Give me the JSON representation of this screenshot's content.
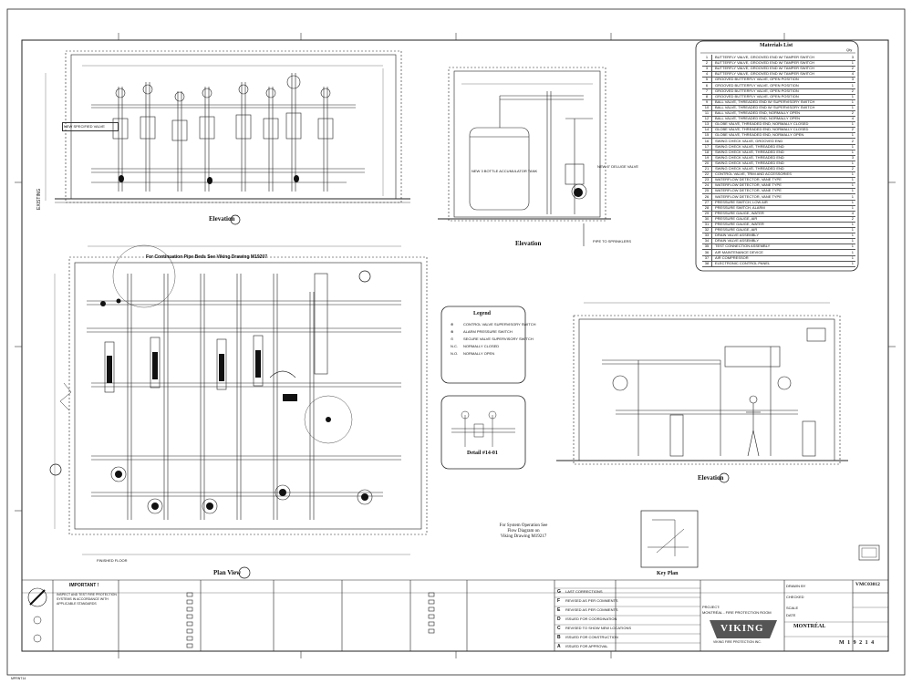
{
  "materials": {
    "title": "Materials List",
    "qty_header": "Qty",
    "rows": [
      {
        "n": "1",
        "desc": "BUTTERFLY VALVE, GROOVED END W/ TAMPER SWITCH",
        "q": "3"
      },
      {
        "n": "2",
        "desc": "BUTTERFLY VALVE, GROOVED END W/ TAMPER SWITCH",
        "q": "1"
      },
      {
        "n": "3",
        "desc": "BUTTERFLY VALVE, GROOVED END W/ TAMPER SWITCH",
        "q": "2"
      },
      {
        "n": "4",
        "desc": "BUTTERFLY VALVE, GROOVED END W/ TAMPER SWITCH",
        "q": "4"
      },
      {
        "n": "5",
        "desc": "GROOVED BUTTERFLY VALVE, OPEN POSITION",
        "q": "3"
      },
      {
        "n": "6",
        "desc": "GROOVED BUTTERFLY VALVE, OPEN POSITION",
        "q": "1"
      },
      {
        "n": "7",
        "desc": "GROOVED BUTTERFLY VALVE, OPEN POSITION",
        "q": "2"
      },
      {
        "n": "8",
        "desc": "GROOVED BUTTERFLY VALVE, OPEN POSITION",
        "q": "1"
      },
      {
        "n": "9",
        "desc": "BALL VALVE, THREADED END W/ SUPERVISORY SWITCH",
        "q": "1"
      },
      {
        "n": "10",
        "desc": "BALL VALVE, THREADED END W/ SUPERVISORY SWITCH",
        "q": "1"
      },
      {
        "n": "11",
        "desc": "BALL VALVE, THREADED END, NORMALLY OPEN",
        "q": "2"
      },
      {
        "n": "12",
        "desc": "BALL VALVE, THREADED END, NORMALLY OPEN",
        "q": "4"
      },
      {
        "n": "13",
        "desc": "GLOBE VALVE, THREADED END, NORMALLY CLOSED",
        "q": "1"
      },
      {
        "n": "14",
        "desc": "GLOBE VALVE, THREADED END, NORMALLY CLOSED",
        "q": "2"
      },
      {
        "n": "15",
        "desc": "GLOBE VALVE, THREADED END, NORMALLY OPEN",
        "q": "1"
      },
      {
        "n": "16",
        "desc": "SWING CHECK VALVE, GROOVED END",
        "q": "2"
      },
      {
        "n": "17",
        "desc": "SWING CHECK VALVE, THREADED END",
        "q": "1"
      },
      {
        "n": "18",
        "desc": "SWING CHECK VALVE, THREADED END",
        "q": "1"
      },
      {
        "n": "19",
        "desc": "SWING CHECK VALVE, THREADED END",
        "q": "3"
      },
      {
        "n": "20",
        "desc": "SWING CHECK VALVE, THREADED END",
        "q": "1"
      },
      {
        "n": "21",
        "desc": "SWING CHECK VALVE, THREADED END",
        "q": "2"
      },
      {
        "n": "22",
        "desc": "CONTROL VALVE, TRIM AND ACCESSORIES",
        "q": "1"
      },
      {
        "n": "23",
        "desc": "WATERFLOW DETECTOR, VANE TYPE",
        "q": "1"
      },
      {
        "n": "24",
        "desc": "WATERFLOW DETECTOR, VANE TYPE",
        "q": "1"
      },
      {
        "n": "25",
        "desc": "WATERFLOW DETECTOR, VANE TYPE",
        "q": "1"
      },
      {
        "n": "26",
        "desc": "WATERFLOW DETECTOR, VANE TYPE",
        "q": "1"
      },
      {
        "n": "27",
        "desc": "PRESSURE SWITCH, LOW AIR",
        "q": "1"
      },
      {
        "n": "28",
        "desc": "PRESSURE SWITCH, ALARM",
        "q": "1"
      },
      {
        "n": "29",
        "desc": "PRESSURE GAUGE, WATER",
        "q": "4"
      },
      {
        "n": "30",
        "desc": "PRESSURE GAUGE, AIR",
        "q": "2"
      },
      {
        "n": "31",
        "desc": "PRESSURE GAUGE, WATER",
        "q": "1"
      },
      {
        "n": "32",
        "desc": "PRESSURE GAUGE, AIR",
        "q": "1"
      },
      {
        "n": "33",
        "desc": "DRAIN VALVE ASSEMBLY",
        "q": "1"
      },
      {
        "n": "34",
        "desc": "DRAIN VALVE ASSEMBLY",
        "q": "1"
      },
      {
        "n": "35",
        "desc": "TEST CONNECTION ASSEMBLY",
        "q": "1"
      },
      {
        "n": "36",
        "desc": "AIR MAINTENANCE DEVICE",
        "q": "1"
      },
      {
        "n": "37",
        "desc": "AIR COMPRESSOR",
        "q": "1"
      },
      {
        "n": "38",
        "desc": "ELECTRONIC CONTROL PANEL",
        "q": "1"
      }
    ]
  },
  "titles": {
    "elevation_1": "Elevation",
    "elevation_2": "Elevation",
    "elevation_3": "Elevation",
    "plan_view": "Plan View",
    "key_plan": "Key Plan",
    "detail": "Detail #14-01",
    "legend": "Legend",
    "continuation_note": "For Continuation Pipe Beds See Viking Drawing M19207",
    "system_op_note_1": "For System Operation See",
    "system_op_note_2": "Flow Diagram on",
    "system_op_note_3": "Viking Drawing M19217"
  },
  "legend": {
    "items": [
      {
        "sym": "⊕",
        "text": "CONTROL VALVE SUPERVISORY SWITCH"
      },
      {
        "sym": "⊗",
        "text": "ALARM PRESSURE SWITCH"
      },
      {
        "sym": "⊙",
        "text": "SECURE VALVE SUPERVISORY SWITCH"
      },
      {
        "sym": "N.C.",
        "text": "NORMALLY CLOSED"
      },
      {
        "sym": "N.O.",
        "text": "NORMALLY OPEN"
      }
    ]
  },
  "notes": {
    "new_valve": "NEW SPECIFIED VALVE",
    "new_valve_2": "NEW 6\" DELUGE VALVE",
    "tank_note": "NEW 3 BOTTLE ACCUMULATOR TANK",
    "existing": "EXISTING",
    "finished_floor": "FINISHED FLOOR",
    "pipe_note": "PIPE TO SPRINKLERS"
  },
  "important": {
    "heading": "IMPORTANT !",
    "line1": "INSPECT AND TEST FIRE PROTECTION",
    "line2": "SYSTEMS IN ACCORDANCE WITH",
    "line3": "APPLICABLE STANDARDS"
  },
  "company": {
    "name": "VIKING",
    "tagline": "VIKING FIRE PROTECTION INC.",
    "city": "MONTRÉAL",
    "drawing_no": "VMC03012",
    "sheet_code": "M 1 9 2 1 4"
  },
  "revisions": {
    "letters": [
      "G",
      "F",
      "E",
      "D",
      "C",
      "B",
      "A"
    ],
    "descriptions": [
      "LAST CORRECTIONS",
      "REVISED AS PER COMMENTS",
      "REVISED AS PER COMMENTS",
      "ISSUED FOR COORDINATION",
      "REVISED TO SHOW NEW LOCATIONS",
      "ISSUED FOR CONSTRUCTION",
      "ISSUED FOR APPROVAL"
    ]
  },
  "footer": {
    "left_id": "MPRNT14",
    "project": "PROJECT:",
    "building": "MONTRÉAL - FIRE PROTECTION ROOM",
    "drawn": "DRAWN BY",
    "checked": "CHECKED",
    "scale": "SCALE",
    "date": "DATE"
  }
}
